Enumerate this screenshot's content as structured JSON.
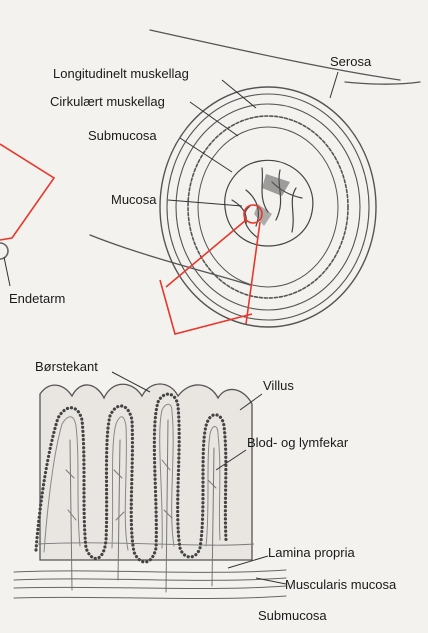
{
  "colors": {
    "paper": "#f4f2ef",
    "pencil": "#555555",
    "pencil_dark": "#2c2c2c",
    "highlight": "#e8372b"
  },
  "top_diagram": {
    "labels": {
      "serosa": "Serosa",
      "longitudinal": "Longitudinelt muskellag",
      "circular": "Cirkulært muskellag",
      "submucosa": "Submucosa",
      "mucosa": "Mucosa",
      "endetarm": "Endetarm"
    }
  },
  "bottom_diagram": {
    "labels": {
      "brush_border": "Børstekant",
      "villus": "Villus",
      "vessels": "Blod- og lymfekar",
      "lamina_propria": "Lamina propria",
      "muscularis_mucosa": "Muscularis mucosa",
      "submucosa": "Submucosa"
    }
  }
}
